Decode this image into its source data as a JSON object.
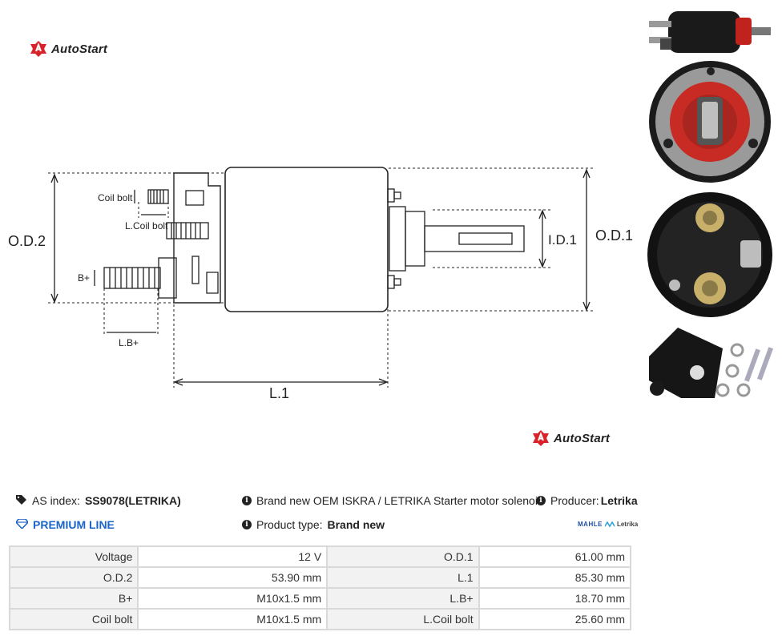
{
  "brand": {
    "logo_text": "AutoStart"
  },
  "diagram": {
    "labels": {
      "od2": "O.D.2",
      "od1": "O.D.1",
      "id1": "I.D.1",
      "l1": "L.1",
      "coil_bolt": "Coil bolt",
      "l_coil_bolt": "L.Coil bolt",
      "b_plus": "B+",
      "l_b_plus": "L.B+"
    }
  },
  "product": {
    "as_index_label": "AS index:",
    "as_index_value": "SS9078(LETRIKA)",
    "description": "Brand new OEM ISKRA / LETRIKA Starter motor solenoid",
    "producer_label": "Producer:",
    "producer_value": "Letrika",
    "premium": "PREMIUM LINE",
    "type_label": "Product type:",
    "type_value": "Brand new",
    "partner_logo": {
      "mahle": "MAHLE",
      "letrika": "Letrika"
    }
  },
  "specs": [
    {
      "label1": "Voltage",
      "value1": "12 V",
      "label2": "O.D.1",
      "value2": "61.00 mm"
    },
    {
      "label1": "O.D.2",
      "value1": "53.90 mm",
      "label2": "L.1",
      "value2": "85.30 mm"
    },
    {
      "label1": "B+",
      "value1": "M10x1.5 mm",
      "label2": "L.B+",
      "value2": "18.70 mm"
    },
    {
      "label1": "Coil bolt",
      "value1": "M10x1.5 mm",
      "label2": "L.Coil bolt",
      "value2": "25.60 mm"
    }
  ],
  "icons": [
    "autostart-logo-icon",
    "tag-icon",
    "diamond-icon",
    "info-icon"
  ],
  "colors": {
    "premium": "#1a63c8",
    "logo_red": "#d8232a"
  }
}
